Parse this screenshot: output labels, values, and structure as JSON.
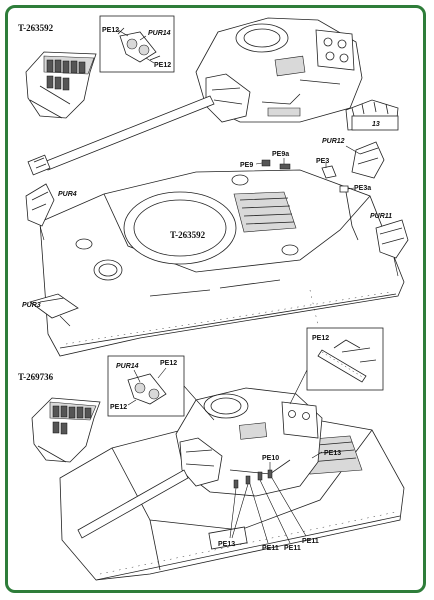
{
  "frame": {
    "border_color": "#2e7d3a"
  },
  "sections": {
    "top": {
      "serial": "T-263592"
    },
    "bottom": {
      "serial": "T-269736"
    }
  },
  "hull_marking": "T-263592",
  "callouts": {
    "top_inset": {
      "pe12_a": "PE12",
      "pur14": "PUR14",
      "pe12_b": "PE12"
    },
    "bottom_inset": {
      "pur14": "PUR14",
      "pe12_a": "PE12",
      "pe12_b": "PE12"
    },
    "pe12_detail": "PE12",
    "pur12": "PUR12",
    "pe9": "PE9",
    "pe9a": "PE9a",
    "pe3": "PE3",
    "pe3a": "PE3a",
    "pur11": "PUR11",
    "pur4": "PUR4",
    "pur3": "PUR3",
    "part13": "13",
    "pe10": "PE10",
    "pe13_right": "PE13",
    "pe13_left": "PE13",
    "pe11_a": "PE11",
    "pe11_b": "PE11",
    "pe11_c": "PE11"
  }
}
